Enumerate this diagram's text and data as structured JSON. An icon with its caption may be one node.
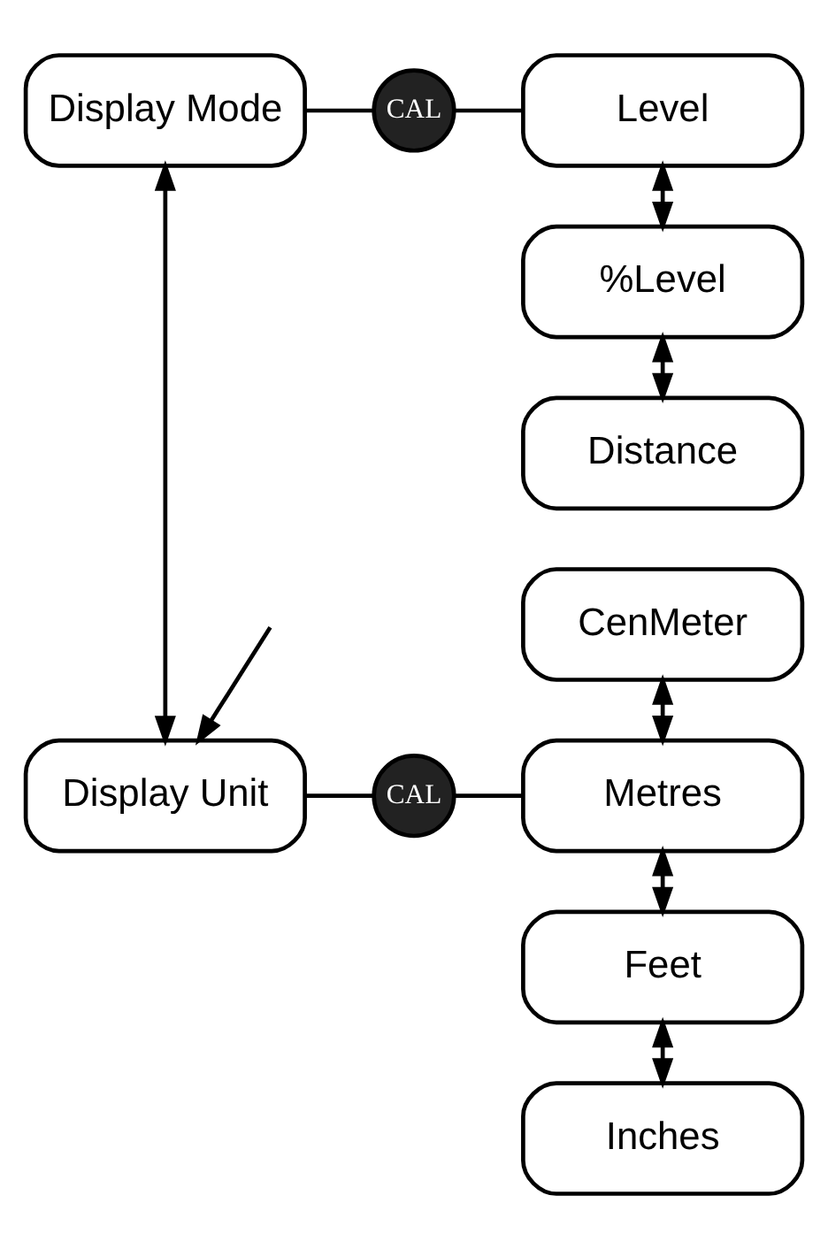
{
  "diagram": {
    "nodes": [
      {
        "text": [
          "Display Mode"
        ]
      },
      {
        "text": [
          "CAL"
        ]
      },
      {
        "text": [
          "Level"
        ]
      },
      {
        "text": [
          "%Level"
        ]
      },
      {
        "text": [
          "Distance"
        ]
      },
      {
        "text": [
          "Display Unit"
        ]
      },
      {
        "text": [
          "CAL"
        ]
      },
      {
        "text": [
          "CenMeter"
        ]
      },
      {
        "text": [
          "Metres"
        ]
      },
      {
        "text": [
          "Feet"
        ]
      },
      {
        "text": [
          "Inches"
        ]
      }
    ],
    "edges": [
      {
        "from": 0,
        "to": 1,
        "arrow": "none"
      },
      {
        "from": 1,
        "to": 2,
        "arrow": "none"
      },
      {
        "from": 2,
        "to": 3,
        "arrow": "both"
      },
      {
        "from": 3,
        "to": 4,
        "arrow": "both"
      },
      {
        "from": 0,
        "to": 5,
        "arrow": "both"
      },
      {
        "from": 5,
        "to": 6,
        "arrow": "none"
      },
      {
        "from": 6,
        "to": 8,
        "arrow": "none"
      },
      {
        "from": 7,
        "to": 8,
        "arrow": "both"
      },
      {
        "from": 8,
        "to": 9,
        "arrow": "both"
      },
      {
        "from": 9,
        "to": 10,
        "arrow": "both"
      },
      {
        "from": null,
        "to": 5,
        "arrow": "to"
      }
    ]
  }
}
